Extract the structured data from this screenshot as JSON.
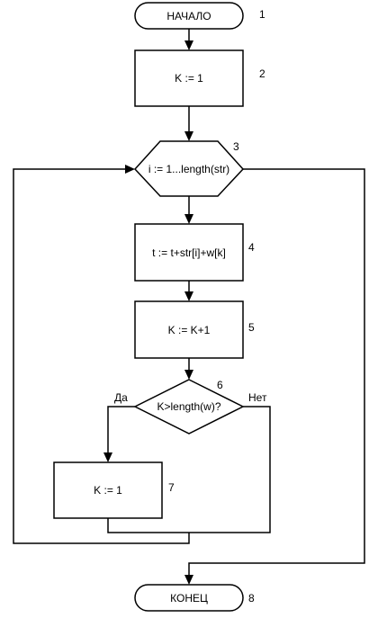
{
  "blocks": {
    "start": {
      "label": "НАЧАЛО",
      "number": "1"
    },
    "init_k": {
      "label": "K := 1",
      "number": "2"
    },
    "loop": {
      "label": "i := 1...length(str)",
      "number": "3"
    },
    "accumulate": {
      "label": "t := t+str[i]+w[k]",
      "number": "4"
    },
    "increment_k": {
      "label": "K := K+1",
      "number": "5"
    },
    "condition": {
      "label": "K>length(w)?",
      "number": "6",
      "yes_label": "Да",
      "no_label": "Нет"
    },
    "reset_k": {
      "label": "K := 1",
      "number": "7"
    },
    "end": {
      "label": "КОНЕЦ",
      "number": "8"
    }
  }
}
